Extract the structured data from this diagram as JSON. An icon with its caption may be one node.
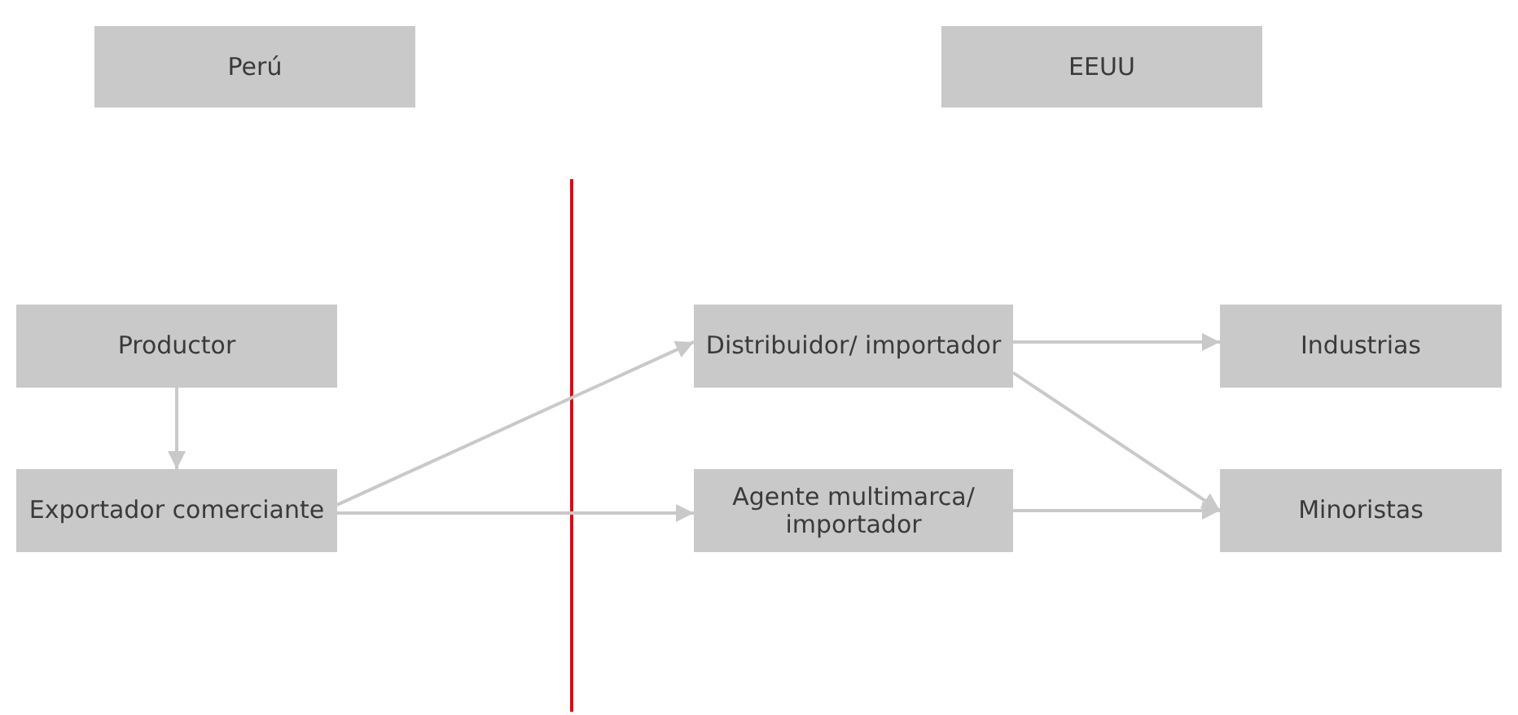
{
  "diagram": {
    "nodes": [
      {
        "text": [
          "Perú"
        ]
      },
      {
        "text": [
          "EEUU"
        ]
      },
      {
        "text": [
          "Productor"
        ]
      },
      {
        "text": [
          "Exportador comerciante"
        ]
      },
      {
        "text": [
          "Distribuidor/ importador"
        ]
      },
      {
        "text": [
          "Agente multimarca/ importador"
        ]
      },
      {
        "text": [
          "Industrias"
        ]
      },
      {
        "text": [
          "Minoristas"
        ]
      }
    ],
    "edges": [
      {
        "from": 2,
        "to": 3,
        "arrow": "to"
      },
      {
        "from": 3,
        "to": 4,
        "arrow": "to"
      },
      {
        "from": 3,
        "to": 5,
        "arrow": "to"
      },
      {
        "from": 4,
        "to": 6,
        "arrow": "to"
      },
      {
        "from": 4,
        "to": 7,
        "arrow": "to"
      },
      {
        "from": 5,
        "to": 7,
        "arrow": "to"
      }
    ]
  }
}
